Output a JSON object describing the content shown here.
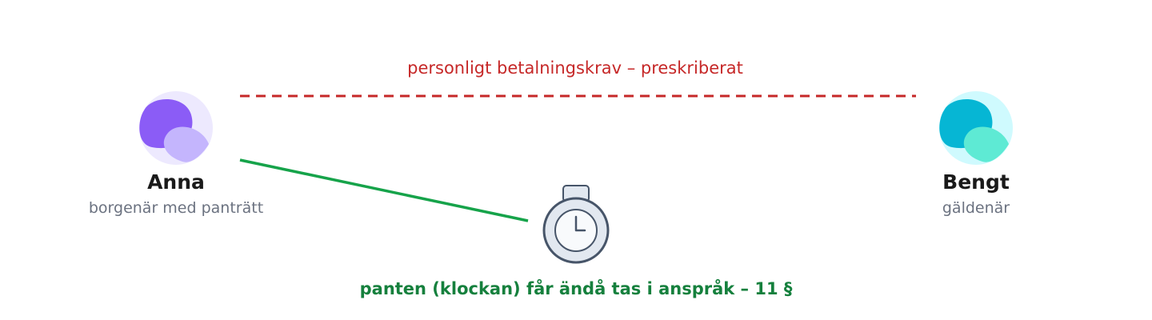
{
  "claim": {
    "label": "personligt betalningskrav – preskriberat",
    "status": "preskriberat",
    "color": "#c62828"
  },
  "creditor": {
    "name": "Anna",
    "role": "borgenär med panträtt",
    "icon": "person-avatar-icon",
    "colors": {
      "bg": "#ede9fe",
      "primary": "#8b5cf6",
      "secondary": "#c4b5fd"
    }
  },
  "debtor": {
    "name": "Bengt",
    "role": "gäldenär",
    "icon": "person-avatar-icon",
    "colors": {
      "bg": "#cffafe",
      "primary": "#06b6d4",
      "secondary": "#5eead4"
    }
  },
  "pledge": {
    "label": "panten (klockan) får ändå tas i anspråk – 11 §",
    "icon": "pocket-watch-icon",
    "color": "#15803d",
    "line_color": "#16a34a"
  }
}
